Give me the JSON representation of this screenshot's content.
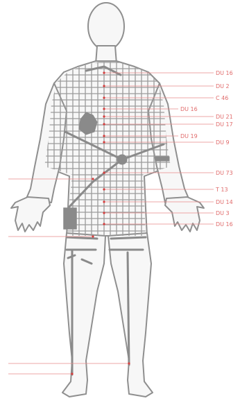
{
  "figure": {
    "labels": [
      "DU 16",
      "DU 2",
      "C 46",
      "DU 16",
      "DU 21",
      "DU 17",
      "DU 19",
      "DU 9",
      "DU 73",
      "T 13",
      "DU 14",
      "DU 3",
      "DU 16"
    ],
    "left_leaders": 4
  },
  "colors": {
    "accent": "#e06a6a",
    "leader": "#e88a8a",
    "point": "#d63c3c",
    "body_outline": "#8f8f8f",
    "grid": "#9a9a9a"
  }
}
